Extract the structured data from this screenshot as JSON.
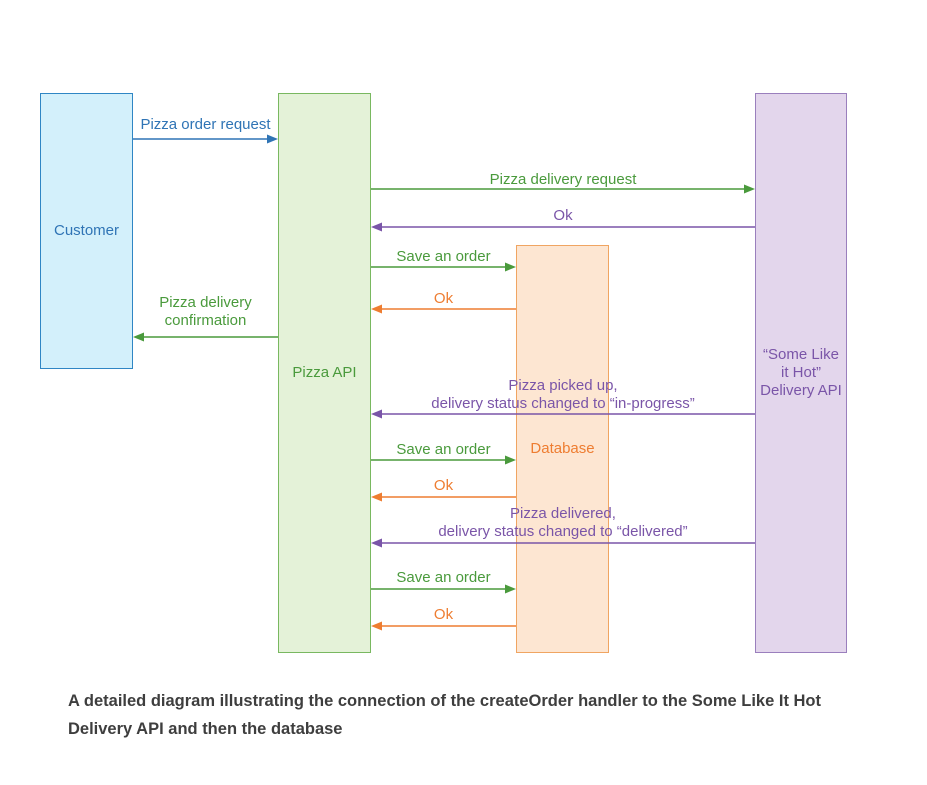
{
  "actors": {
    "customer": "Customer",
    "pizza_api": "Pizza API",
    "database": "Database",
    "delivery_api": "“Some Like\nit Hot”\nDelivery API"
  },
  "colors": {
    "customer": "#2f74b5",
    "pizza_api": "#4a9a3c",
    "database": "#ee7d31",
    "delivery_api": "#7a55a8"
  },
  "messages": [
    {
      "label": "Pizza order request",
      "from": "customer",
      "to": "pizza_api",
      "color": "#2f74b5"
    },
    {
      "label": "Pizza delivery request",
      "from": "pizza_api",
      "to": "delivery_api",
      "color": "#4a9a3c"
    },
    {
      "label": "Ok",
      "from": "delivery_api",
      "to": "pizza_api",
      "color": "#7a55a8"
    },
    {
      "label": "Save an order",
      "from": "pizza_api",
      "to": "database",
      "color": "#4a9a3c"
    },
    {
      "label": "Ok",
      "from": "database",
      "to": "pizza_api",
      "color": "#ee7d31"
    },
    {
      "label": "Pizza delivery\nconfirmation",
      "from": "pizza_api",
      "to": "customer",
      "color": "#4a9a3c"
    },
    {
      "label": "Pizza picked up,\ndelivery status changed to “in-progress”",
      "from": "delivery_api",
      "to": "pizza_api",
      "color": "#7a55a8"
    },
    {
      "label": "Save an order",
      "from": "pizza_api",
      "to": "database",
      "color": "#4a9a3c"
    },
    {
      "label": "Ok",
      "from": "database",
      "to": "pizza_api",
      "color": "#ee7d31"
    },
    {
      "label": "Pizza delivered,\ndelivery status changed to “delivered”",
      "from": "delivery_api",
      "to": "pizza_api",
      "color": "#7a55a8"
    },
    {
      "label": "Save an order",
      "from": "pizza_api",
      "to": "database",
      "color": "#4a9a3c"
    },
    {
      "label": "Ok",
      "from": "database",
      "to": "pizza_api",
      "color": "#ee7d31"
    }
  ],
  "caption": "A detailed diagram illustrating the connection of the createOrder handler to the Some Like It Hot Delivery API and then the database"
}
